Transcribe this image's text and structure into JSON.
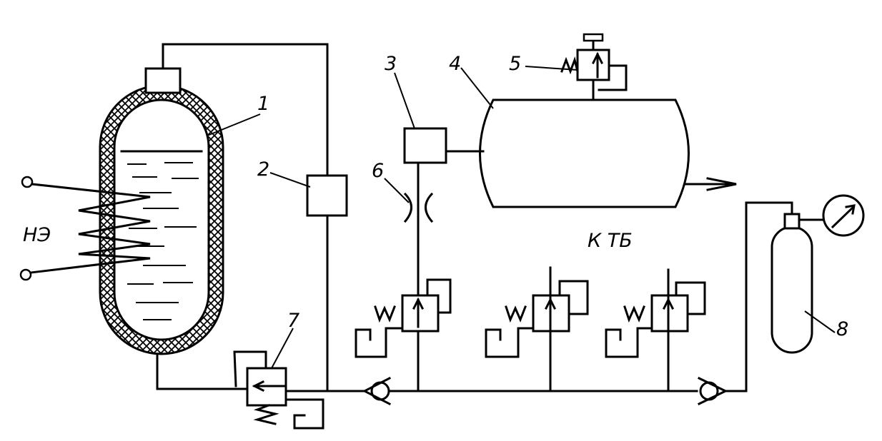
{
  "labels": {
    "tank": "1",
    "block2": "2",
    "block3": "3",
    "receiver": "4",
    "valve5": "5",
    "throttle": "6",
    "valve7": "7",
    "bottle": "8",
    "heater": "НЭ",
    "outlet": "К ТБ"
  },
  "colors": {
    "line": "#000000",
    "background": "#ffffff"
  }
}
